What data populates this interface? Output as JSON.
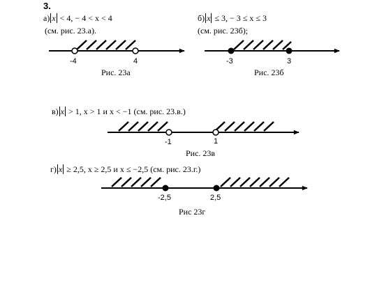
{
  "problem_number": "3.",
  "parts": [
    {
      "id": "a",
      "prefix": "а)",
      "expr_inner": "x",
      "expr_rest": "< 4,  − 4 < x < 4",
      "ref": "(см. рис. 23.а).",
      "ticks": [
        "-4",
        "4"
      ],
      "caption": "Рис. 23а"
    },
    {
      "id": "b",
      "prefix": "б)",
      "expr_inner": "x",
      "expr_rest": "≤ 3, − 3 ≤ x ≤ 3",
      "ref": "(см. рис. 23б);",
      "ticks": [
        "-3",
        "3"
      ],
      "caption": "Рис. 23б"
    },
    {
      "id": "c",
      "prefix": "в)",
      "expr_inner": "x",
      "expr_rest": "> 1, x > 1  и  x < −1  (см. рис. 23.в.)",
      "ticks": [
        "-1",
        "1"
      ],
      "caption": "Рис. 23в"
    },
    {
      "id": "d",
      "prefix": "г)",
      "expr_inner": "x",
      "expr_rest": "≥ 2,5,  x ≥ 2,5  и  x ≤ −2,5  (см. рис. 23.г.)",
      "ticks": [
        "-2,5",
        "2,5"
      ],
      "caption": "Рис  23г"
    }
  ]
}
